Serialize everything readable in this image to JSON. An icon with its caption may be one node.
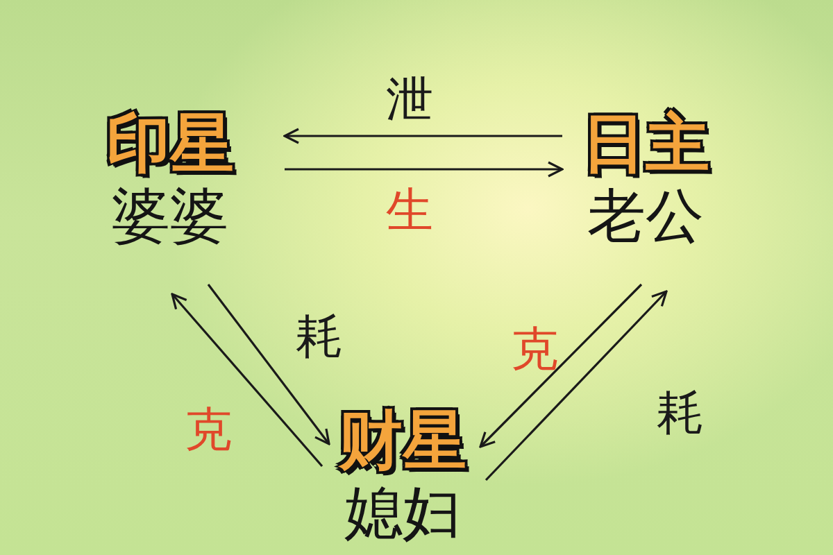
{
  "diagram": {
    "nodes": [
      {
        "text": [
          "印星",
          "婆婆"
        ]
      },
      {
        "text": [
          "日主",
          "老公"
        ]
      },
      {
        "text": [
          "财星",
          "媳妇"
        ]
      }
    ],
    "edges": [
      {
        "from": 1,
        "to": 0,
        "arrow": "to",
        "label": "泄"
      },
      {
        "from": 0,
        "to": 1,
        "arrow": "to",
        "label": "生"
      },
      {
        "from": 0,
        "to": 2,
        "arrow": "to",
        "label": "耗"
      },
      {
        "from": 2,
        "to": 0,
        "arrow": "to",
        "label": "克"
      },
      {
        "from": 1,
        "to": 2,
        "arrow": "to",
        "label": "克"
      },
      {
        "from": 2,
        "to": 1,
        "arrow": "to",
        "label": "耗"
      }
    ]
  }
}
